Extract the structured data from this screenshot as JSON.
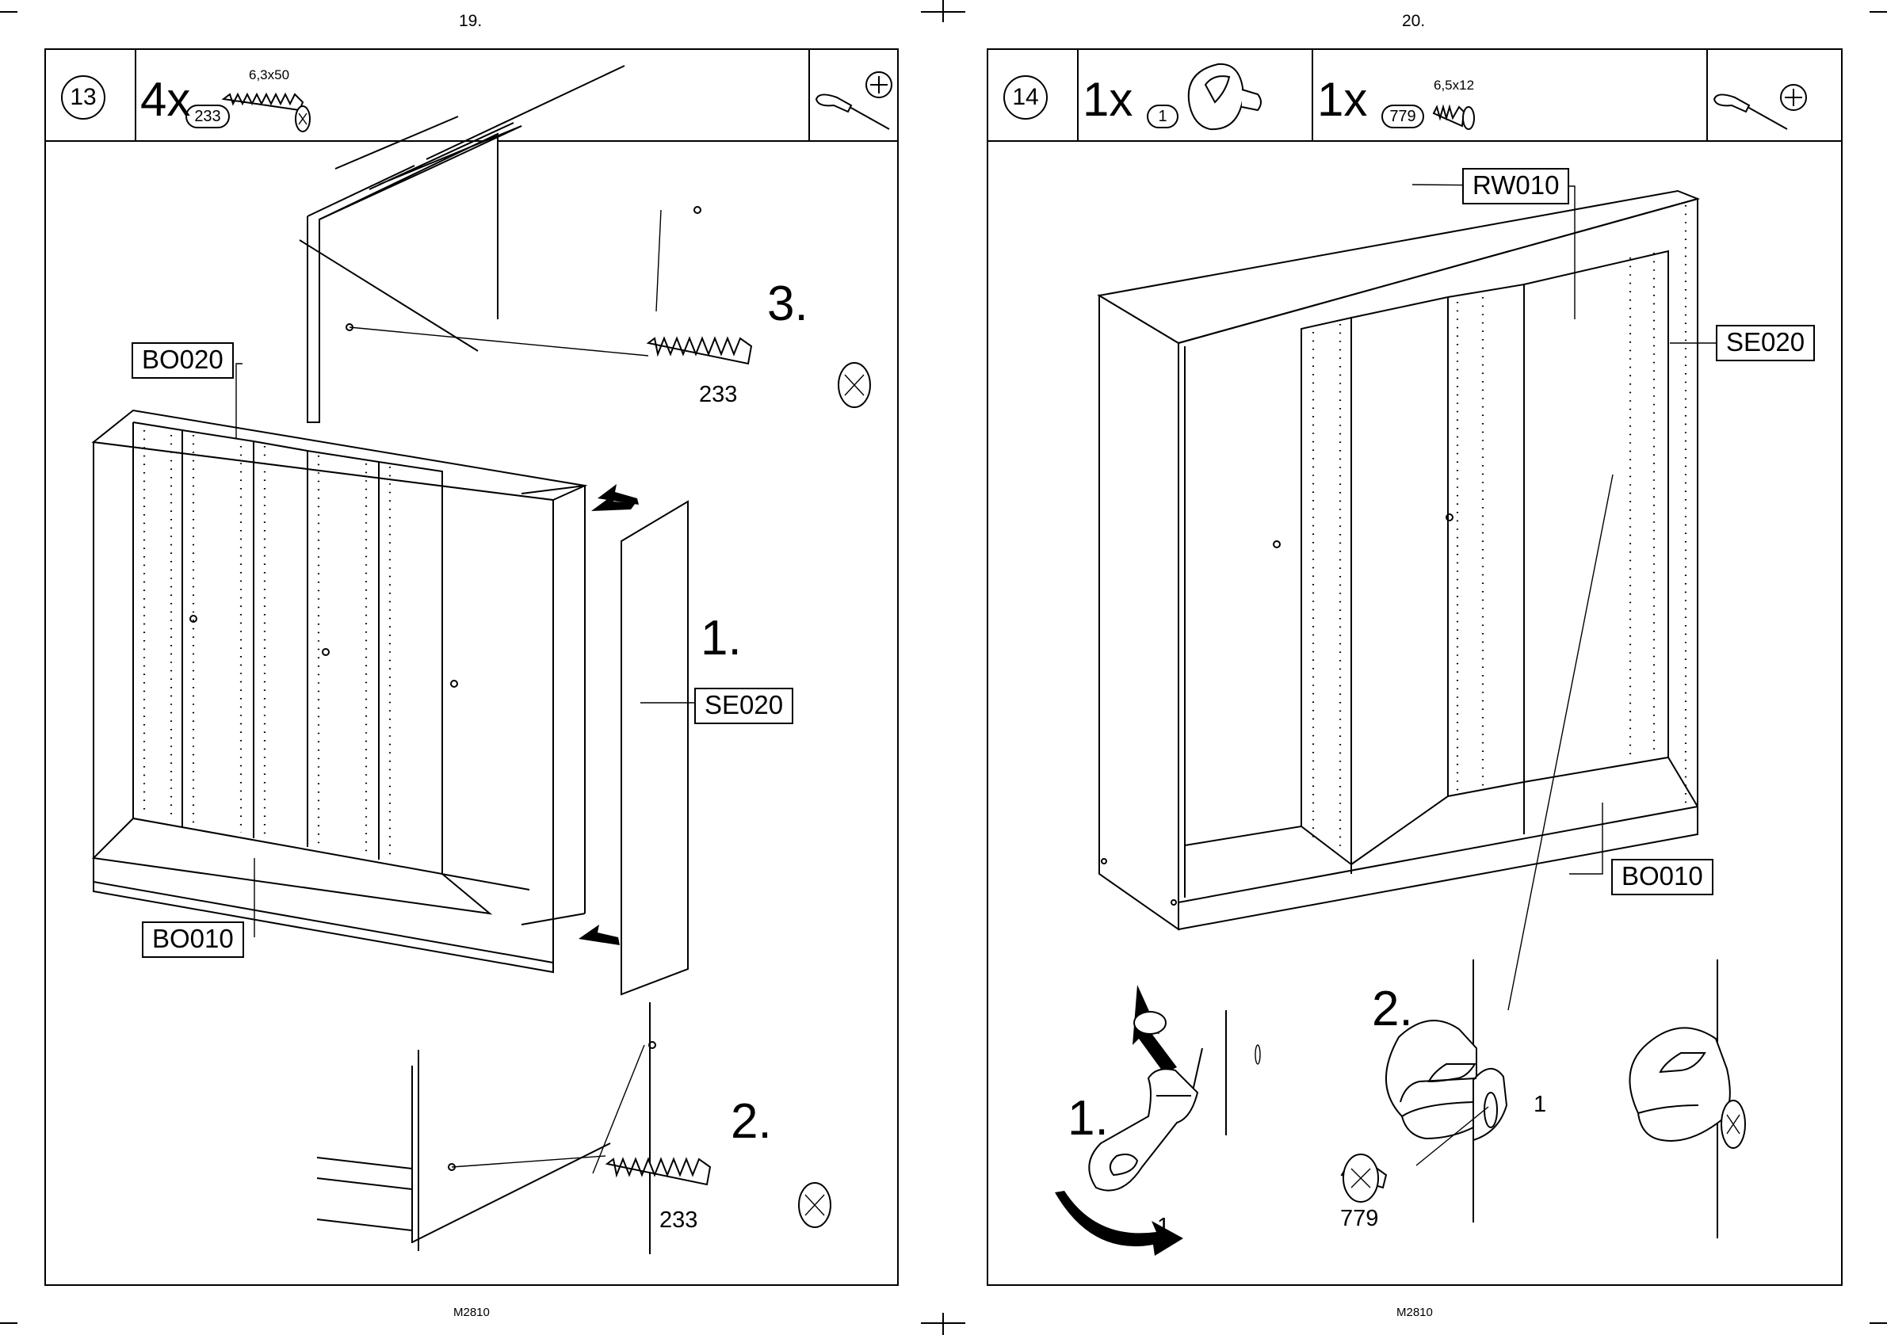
{
  "pages": [
    {
      "page_number": "19.",
      "footer": "M2810",
      "step": "13",
      "parts": [
        {
          "qty": "4x",
          "part_no": "233",
          "spec": "6,3x50",
          "icon": "cam-bolt-icon"
        }
      ],
      "tool": "phillips-screwdriver-icon",
      "labels": {
        "top": "BO020",
        "side": "SE020",
        "bottom": "BO010"
      },
      "callouts": [
        {
          "number": "3.",
          "part": "233"
        },
        {
          "number": "1."
        },
        {
          "number": "2.",
          "part": "233"
        }
      ]
    },
    {
      "page_number": "20.",
      "footer": "M2810",
      "step": "14",
      "parts": [
        {
          "qty": "1x",
          "part_no": "1",
          "spec": "",
          "icon": "shelf-support-clip-icon"
        },
        {
          "qty": "1x",
          "part_no": "779",
          "spec": "6,5x12",
          "icon": "short-screw-icon"
        }
      ],
      "tool": "phillips-screwdriver-icon",
      "labels": {
        "back": "RW010",
        "side": "SE020",
        "bottom": "BO010"
      },
      "callouts": [
        {
          "number": "1.",
          "part": "1"
        },
        {
          "number": "2.",
          "part_a": "1",
          "part_b": "779"
        }
      ]
    }
  ]
}
